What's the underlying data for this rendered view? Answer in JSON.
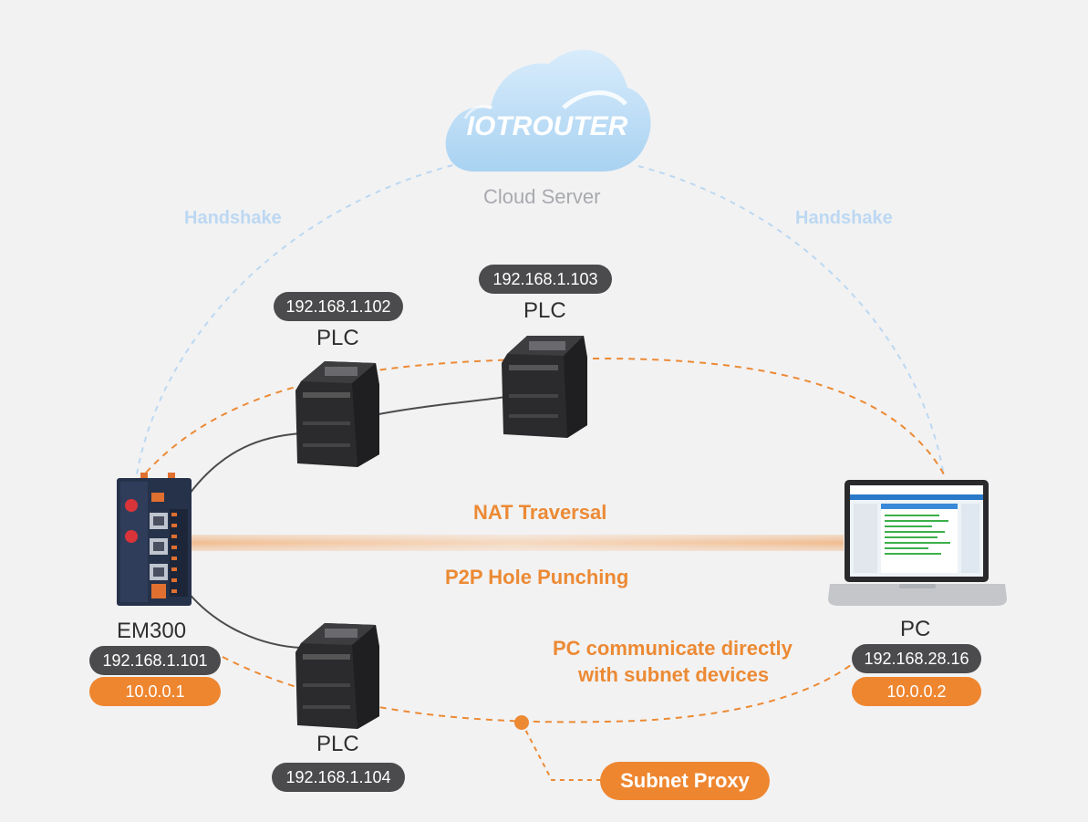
{
  "cloud": {
    "logo_text": "IOTROUTER",
    "caption": "Cloud Server"
  },
  "handshake": {
    "left": "Handshake",
    "right": "Handshake"
  },
  "plcs": [
    {
      "label": "PLC",
      "ip": "192.168.1.102"
    },
    {
      "label": "PLC",
      "ip": "192.168.1.103"
    },
    {
      "label": "PLC",
      "ip": "192.168.1.104"
    }
  ],
  "em300": {
    "label": "EM300",
    "ip": "192.168.1.101",
    "virtual_ip": "10.0.0.1"
  },
  "pc": {
    "label": "PC",
    "ip": "192.168.28.16",
    "virtual_ip": "10.0.0.2"
  },
  "tunnel": {
    "top_label": "NAT Traversal",
    "bottom_label": "P2P Hole Punching"
  },
  "note": {
    "line1": "PC communicate directly",
    "line2": "with subnet devices"
  },
  "subnet_proxy": {
    "label": "Subnet Proxy"
  },
  "colors": {
    "orange": "#ee8630",
    "dark_pill": "#4b4b4d",
    "handshake_blue": "#bcd8f2",
    "background": "#f2f2f3"
  }
}
